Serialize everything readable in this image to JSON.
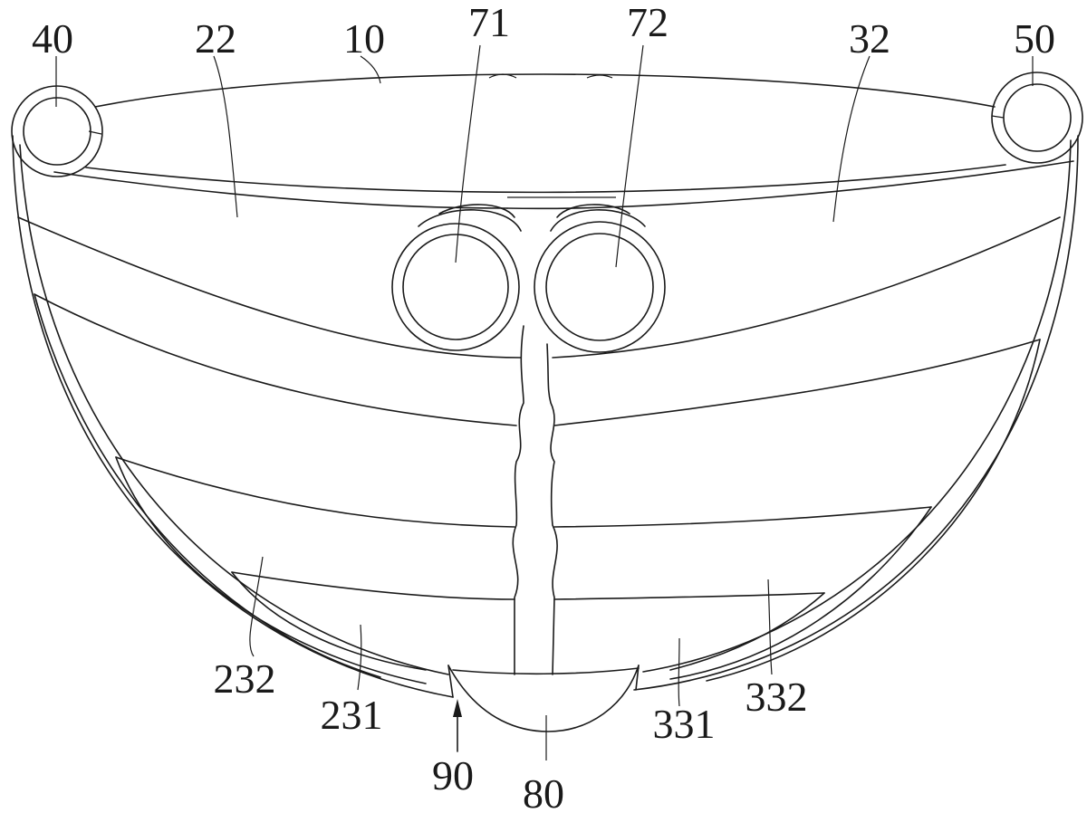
{
  "figure": {
    "labels": {
      "l10": "10",
      "l22": "22",
      "l32": "32",
      "l40": "40",
      "l50": "50",
      "l71": "71",
      "l72": "72",
      "l80": "80",
      "l90": "90",
      "l231": "231",
      "l232": "232",
      "l331": "331",
      "l332": "332"
    }
  }
}
